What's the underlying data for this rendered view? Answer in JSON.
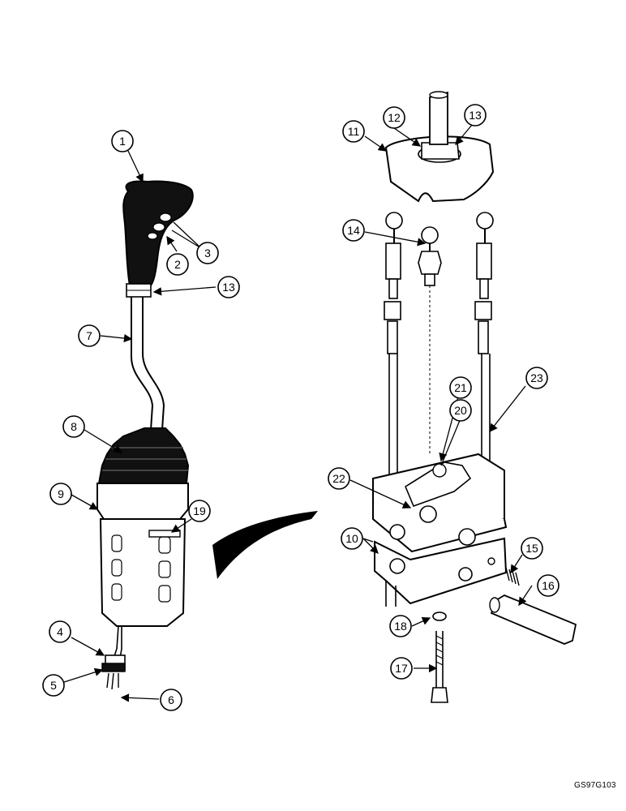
{
  "figure_code": "GS97G103",
  "colors": {
    "ink": "#000000",
    "paper": "#ffffff"
  },
  "callouts": [
    {
      "id": "c1",
      "label": "1"
    },
    {
      "id": "c2",
      "label": "2"
    },
    {
      "id": "c3",
      "label": "3"
    },
    {
      "id": "c13a",
      "label": "13"
    },
    {
      "id": "c7",
      "label": "7"
    },
    {
      "id": "c8",
      "label": "8"
    },
    {
      "id": "c9",
      "label": "9"
    },
    {
      "id": "c19",
      "label": "19"
    },
    {
      "id": "c4",
      "label": "4"
    },
    {
      "id": "c5",
      "label": "5"
    },
    {
      "id": "c6",
      "label": "6"
    },
    {
      "id": "c11",
      "label": "11"
    },
    {
      "id": "c12",
      "label": "12"
    },
    {
      "id": "c13b",
      "label": "13"
    },
    {
      "id": "c14",
      "label": "14"
    },
    {
      "id": "c21",
      "label": "21"
    },
    {
      "id": "c20",
      "label": "20"
    },
    {
      "id": "c23",
      "label": "23"
    },
    {
      "id": "c22",
      "label": "22"
    },
    {
      "id": "c10",
      "label": "10"
    },
    {
      "id": "c15",
      "label": "15"
    },
    {
      "id": "c16",
      "label": "16"
    },
    {
      "id": "c18",
      "label": "18"
    },
    {
      "id": "c17",
      "label": "17"
    }
  ]
}
